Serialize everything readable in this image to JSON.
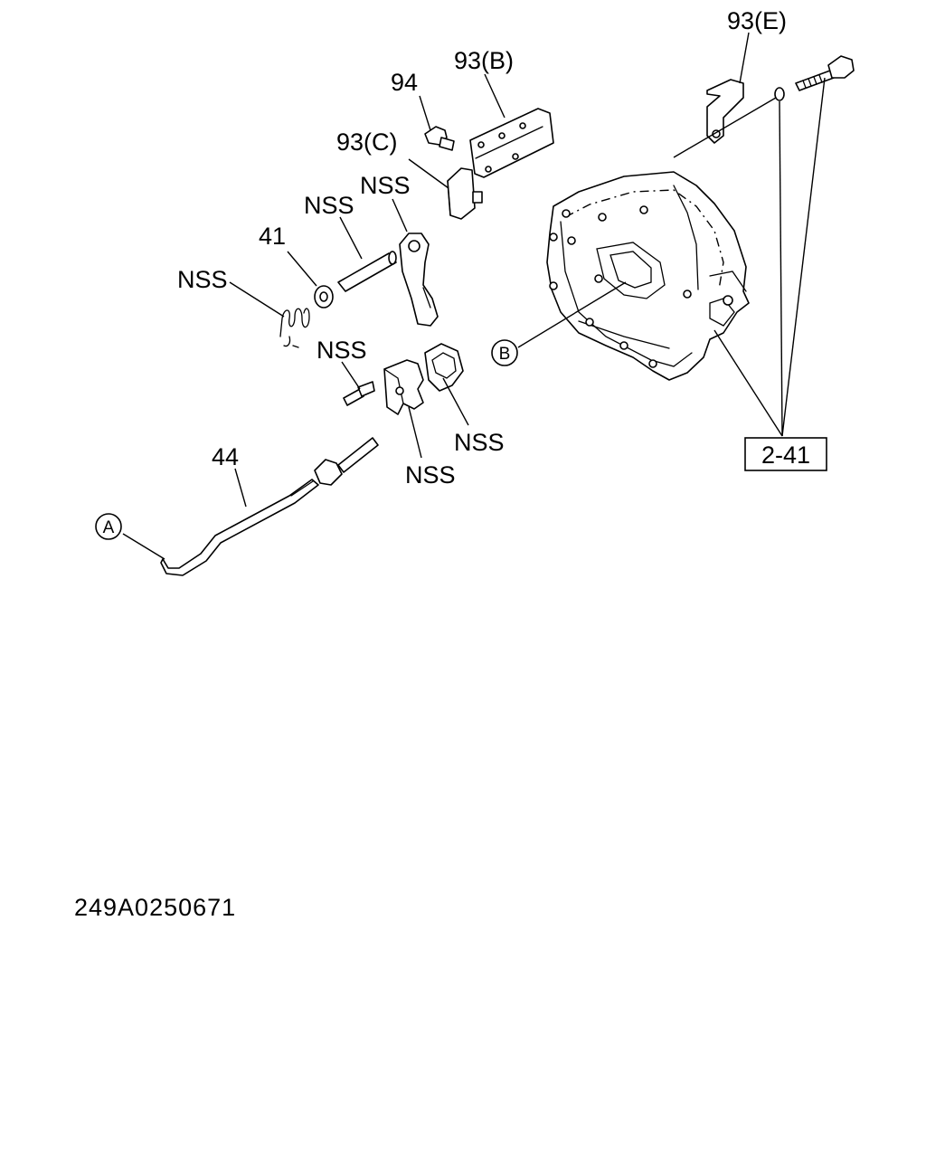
{
  "callouts": {
    "part_93e": "93(E)",
    "part_93b": "93(B)",
    "part_94": "94",
    "part_93c": "93(C)",
    "nss_lever": "NSS",
    "nss_pin": "NSS",
    "part_41": "41",
    "nss_spring": "NSS",
    "nss_bolt": "NSS",
    "nss_gasket": "NSS",
    "nss_block": "NSS",
    "part_44": "44"
  },
  "circled_refs": {
    "a": "A",
    "b": "B"
  },
  "reference_box": "2-41",
  "diagram_code": "249A0250671"
}
